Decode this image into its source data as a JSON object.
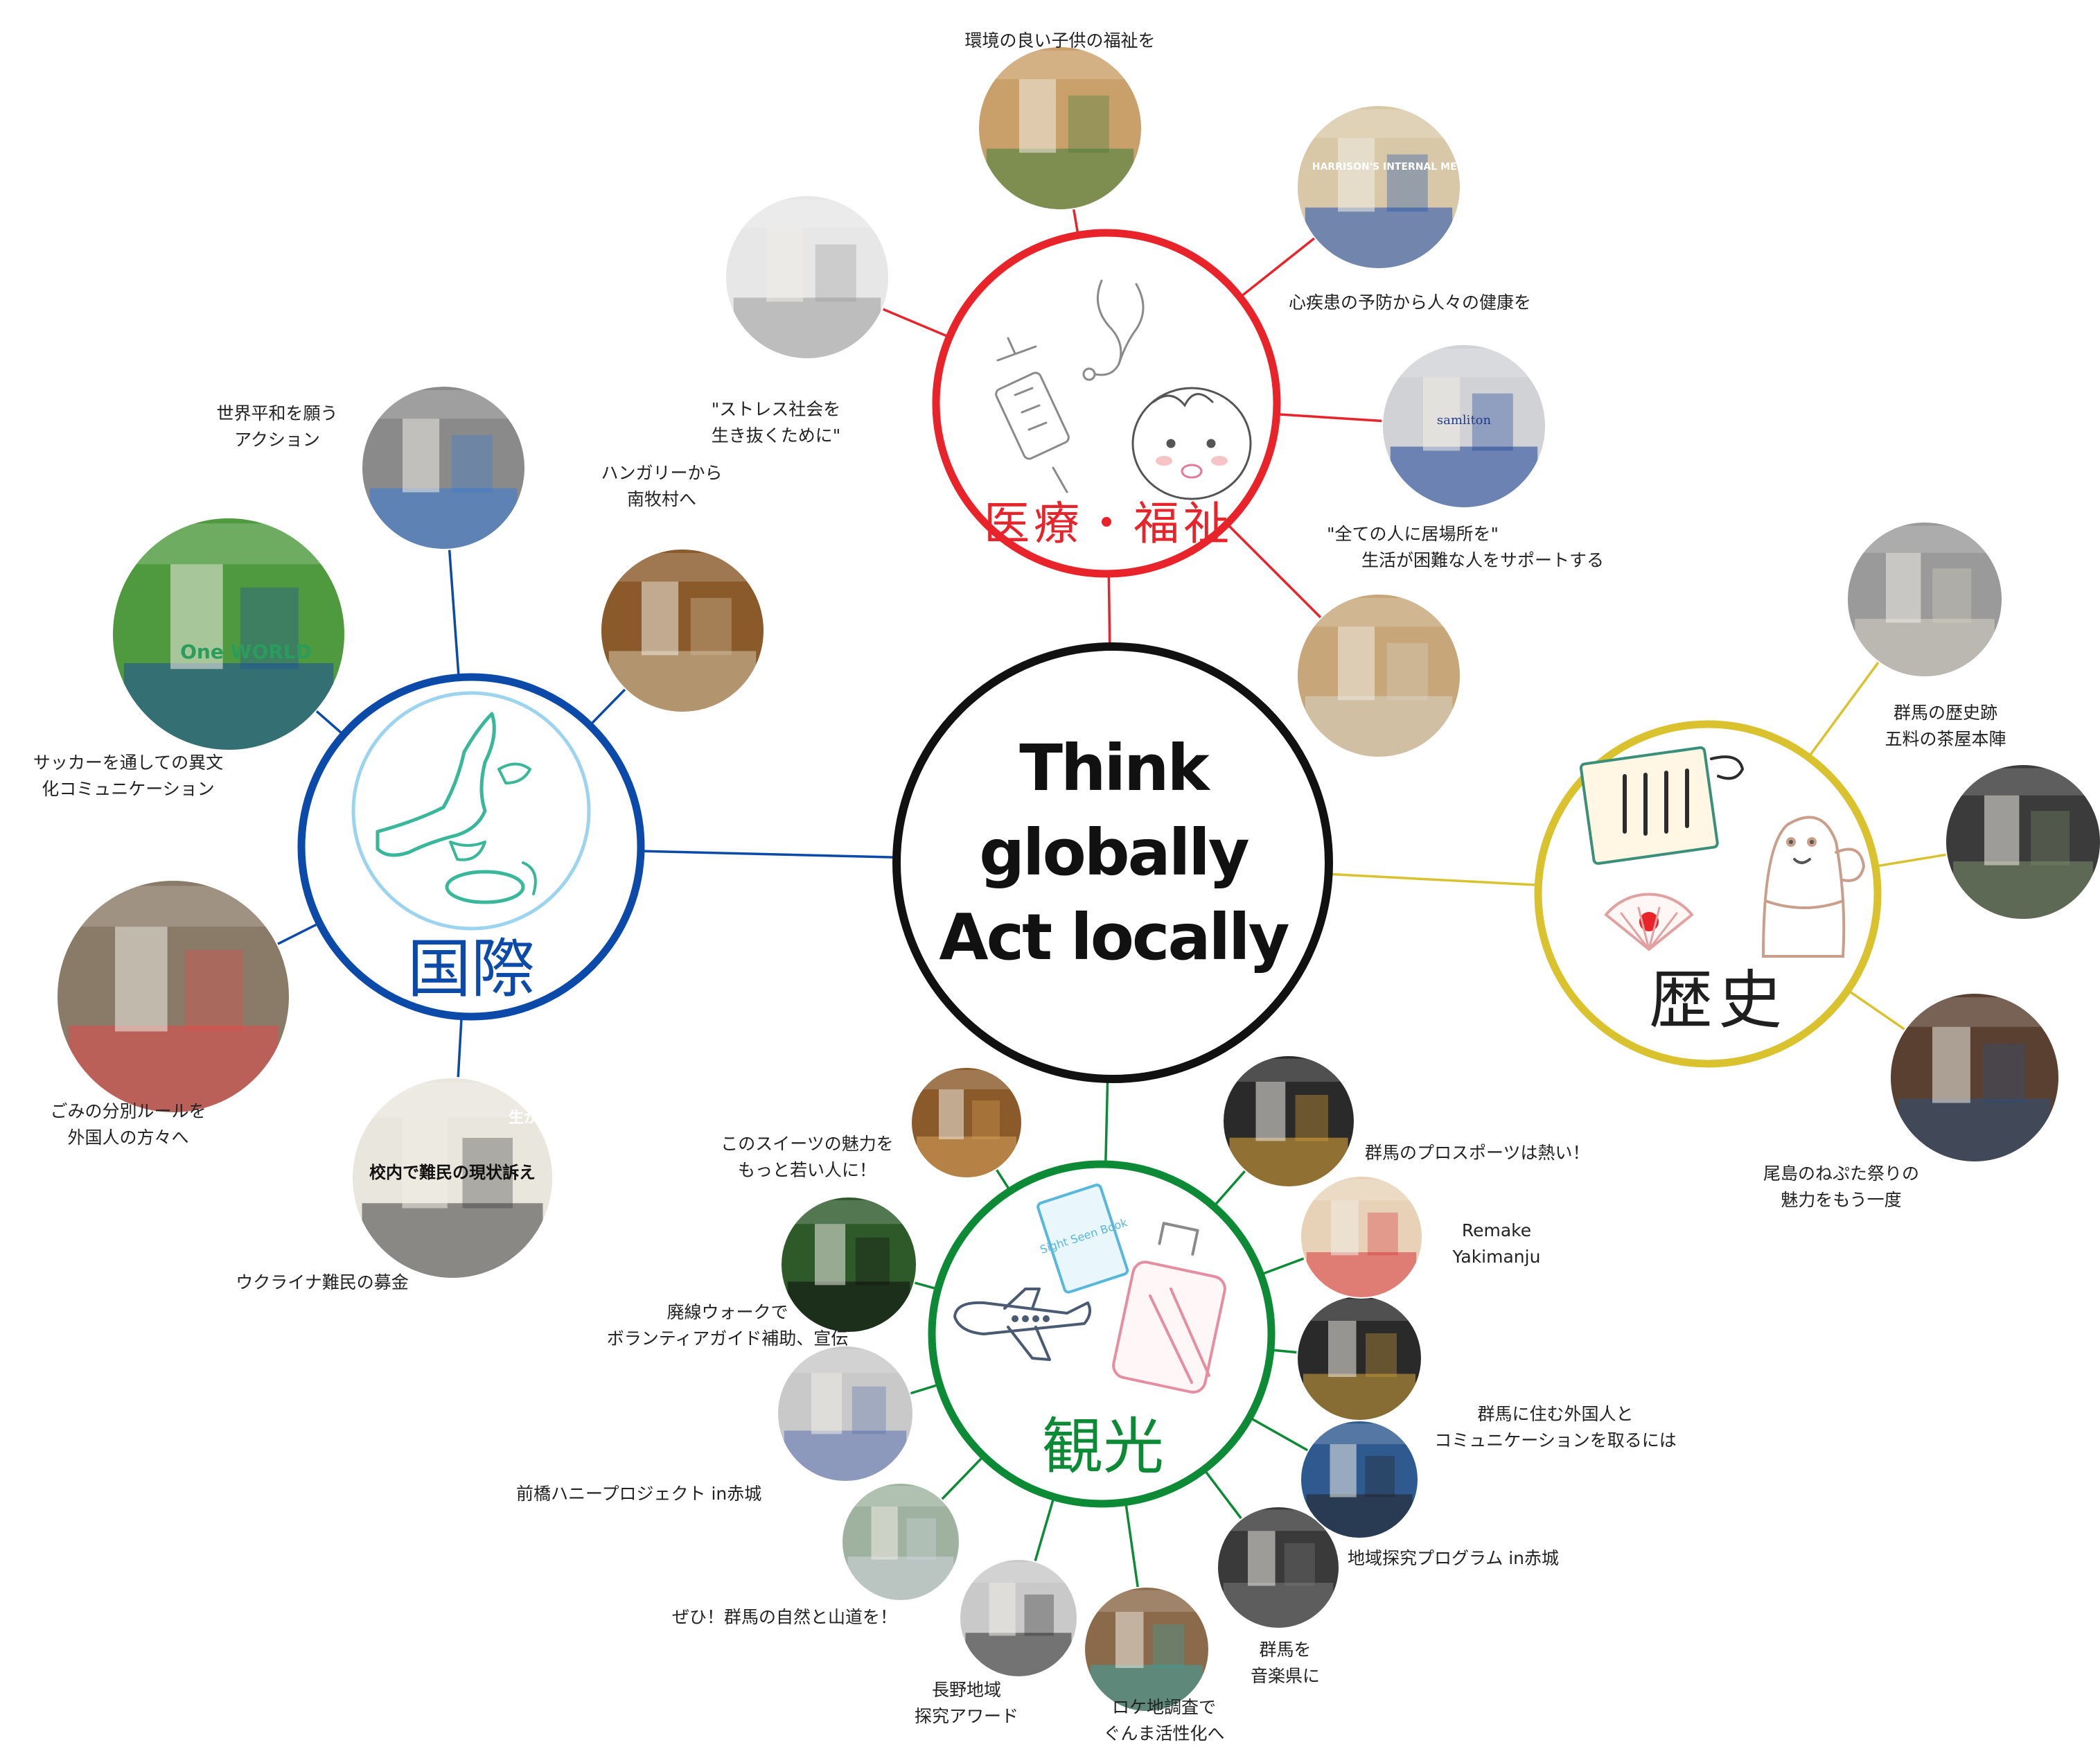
{
  "center": {
    "title": "Think\nglobally\nAct locally"
  },
  "colors": {
    "center": "#111111",
    "medical": "#e8232a",
    "international": "#0b4aa8",
    "history": "#d9c22e",
    "tourism": "#0d8a35"
  },
  "categories": {
    "medical": {
      "label": "医療・福祉",
      "icons": [
        "syringe-icon",
        "stethoscope-icon",
        "baby-face-icon"
      ]
    },
    "international": {
      "label": "国際",
      "icons": [
        "japan-map-icon"
      ]
    },
    "history": {
      "label": "歴史",
      "icons": [
        "scroll-icon",
        "folding-fan-icon",
        "haniwa-icon"
      ]
    },
    "tourism": {
      "label": "観光",
      "icons": [
        "guidebook-icon",
        "airplane-icon",
        "suitcase-icon"
      ]
    }
  },
  "embedded_text": {
    "guidebook": "Sight Seen Book",
    "harrison_book": "HARRISON'S INTERNAL MEDICINE",
    "hakuya_sign": "samliton",
    "oneworld_banner": "One WORLD",
    "newspaper_headline": "校内で難民の現状訴え",
    "newspaper_side": "生が募金活動"
  },
  "labels": {
    "kankyo": "環境の良い子供の福祉を",
    "shinshikkan": "心疾患の予防から人々の健康を",
    "stress": "\"ストレス社会を\n生き抜くために\"",
    "ibasho": "\"全ての人に居場所を\"\n　　生活が困難な人をサポートする",
    "sekaiheiwa": "世界平和を願う\nアクション",
    "hungary": "ハンガリーから\n南牧村へ",
    "soccer": "サッカーを通しての異文\n化コミュニケーション",
    "gomi": "ごみの分別ルールを\n外国人の方々へ",
    "ukraine": "ウクライナ難民の募金",
    "rekishiato": "群馬の歴史跡\n五料の茶屋本陣",
    "nebuta": "尾島のねぷた祭りの\n魅力をもう一度",
    "sweets": "このスイーツの魅力を\nもっと若い人に！",
    "haisen": "廃線ウォークで\nボランティアガイド補助、宣伝",
    "honey": "前橋ハニープロジェクト in赤城",
    "shizen": "ぜひ！群馬の自然と山道を！",
    "nagano": "長野地域\n探究アワード",
    "location": "ロケ地調査で\nぐんま活性化へ",
    "ongaku": "群馬を\n音楽県に",
    "tankyu": "地域探究プログラム in赤城",
    "gaikokujin": "群馬に住む外国人と\nコミュニケーションを取るには",
    "yakimanju": "Remake\nYakimanju",
    "prosports": "群馬のプロスポーツは熱い！"
  }
}
